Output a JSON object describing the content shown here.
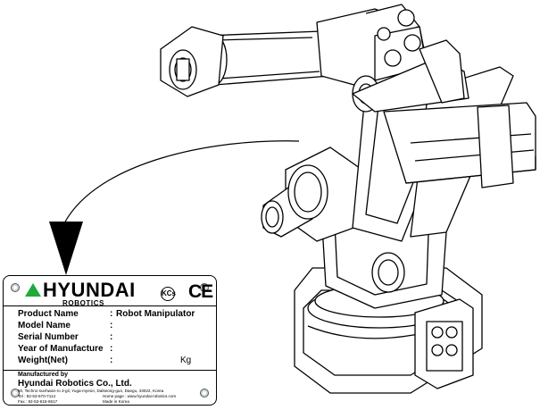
{
  "nameplate": {
    "brand": "HYUNDAI",
    "brand_sub": "ROBOTICS",
    "cert_kcs": "KCs",
    "cert_ce": "CE",
    "fields": [
      {
        "label": "Product Name",
        "value": "Robot Manipulator",
        "unit": ""
      },
      {
        "label": "Model Name",
        "value": "",
        "unit": ""
      },
      {
        "label": "Serial Number",
        "value": "",
        "unit": ""
      },
      {
        "label": "Year of Manufacture",
        "value": "",
        "unit": ""
      },
      {
        "label": "Weight(Net)",
        "value": "",
        "unit": "Kg"
      }
    ],
    "manufacturer": {
      "by": "Manufactured by",
      "name": "Hyundai Robotics Co., Ltd.",
      "address": "50, Techno sunhwan-ro 3-gil, Yuga-myeon, Dalseong-gun, Daegu, 43022, Korea",
      "tel": "Tel  :  82-53-670-7114",
      "fax": "Fax  :  82-53-615-6517",
      "homepage": "Home page : www.hyundai-robotics.com",
      "origin": "Made in Korea"
    }
  },
  "colors": {
    "brand_green": "#1faa3a",
    "line": "#000000"
  },
  "icons": {
    "logo": "green-triangle-icon",
    "pointer": "black-arrow-icon"
  }
}
